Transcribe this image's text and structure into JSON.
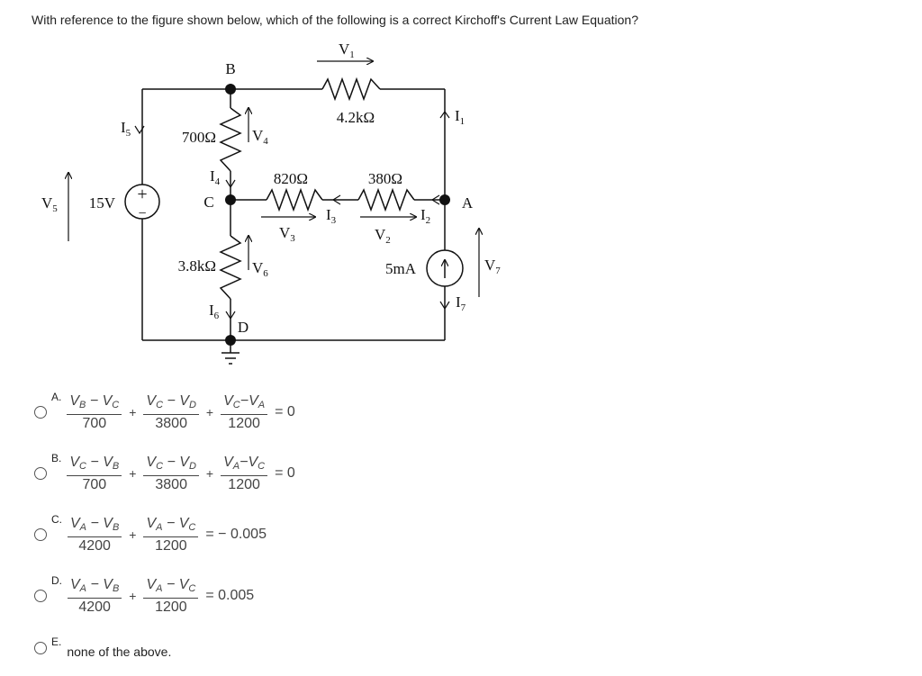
{
  "question": "With reference to the figure shown below, which of the following is a correct Kirchoff's Current Law Equation?",
  "circuit": {
    "nodes": {
      "A": "A",
      "B": "B",
      "C": "C",
      "D": "D"
    },
    "components": {
      "r_4k2": "4.2kΩ",
      "r_700": "700Ω",
      "r_820": "820Ω",
      "r_380": "380Ω",
      "r_3k8": "3.8kΩ",
      "source_v": "15V",
      "source_i": "5mA",
      "plus": "+",
      "minus": "−"
    },
    "voltages": {
      "v1": "V",
      "v1_sub": "1",
      "v2": "V",
      "v2_sub": "2",
      "v3": "V",
      "v3_sub": "3",
      "v4": "V",
      "v4_sub": "4",
      "v5": "V",
      "v5_sub": "5",
      "v6": "V",
      "v6_sub": "6",
      "v7": "V",
      "v7_sub": "7"
    },
    "currents": {
      "i1": "I",
      "i1_sub": "1",
      "i2": "I",
      "i2_sub": "2",
      "i3": "I",
      "i3_sub": "3",
      "i4": "I",
      "i4_sub": "4",
      "i5": "I",
      "i5_sub": "5",
      "i6": "I",
      "i6_sub": "6",
      "i7": "I",
      "i7_sub": "7"
    }
  },
  "options": [
    {
      "letter": "A.",
      "terms": [
        {
          "n1": "V",
          "s1": "B",
          "op": "−",
          "n2": "V",
          "s2": "C",
          "den": "700"
        },
        {
          "n1": "V",
          "s1": "C",
          "op": "−",
          "n2": "V",
          "s2": "D",
          "den": "3800"
        },
        {
          "n1": "V",
          "s1": "C",
          "op": "−",
          "n2": "V",
          "s2": "A",
          "den": "1200"
        }
      ],
      "ops": [
        "+",
        "+"
      ],
      "rhs": "= 0"
    },
    {
      "letter": "B.",
      "terms": [
        {
          "n1": "V",
          "s1": "C",
          "op": "−",
          "n2": "V",
          "s2": "B",
          "den": "700"
        },
        {
          "n1": "V",
          "s1": "C",
          "op": "−",
          "n2": "V",
          "s2": "D",
          "den": "3800"
        },
        {
          "n1": "V",
          "s1": "A",
          "op": "−",
          "n2": "V",
          "s2": "C",
          "den": "1200"
        }
      ],
      "ops": [
        "+",
        "+"
      ],
      "rhs": "= 0"
    },
    {
      "letter": "C.",
      "terms": [
        {
          "n1": "V",
          "s1": "A",
          "op": "−",
          "n2": "V",
          "s2": "B",
          "den": "4200"
        },
        {
          "n1": "V",
          "s1": "A",
          "op": "−",
          "n2": "V",
          "s2": "C",
          "den": "1200"
        }
      ],
      "ops": [
        "+"
      ],
      "rhs": "= − 0.005"
    },
    {
      "letter": "D.",
      "terms": [
        {
          "n1": "V",
          "s1": "A",
          "op": "−",
          "n2": "V",
          "s2": "B",
          "den": "4200"
        },
        {
          "n1": "V",
          "s1": "A",
          "op": "−",
          "n2": "V",
          "s2": "C",
          "den": "1200"
        }
      ],
      "ops": [
        "+"
      ],
      "rhs": "= 0.005"
    }
  ],
  "option_e": {
    "letter": "E.",
    "text": "none of the above."
  }
}
